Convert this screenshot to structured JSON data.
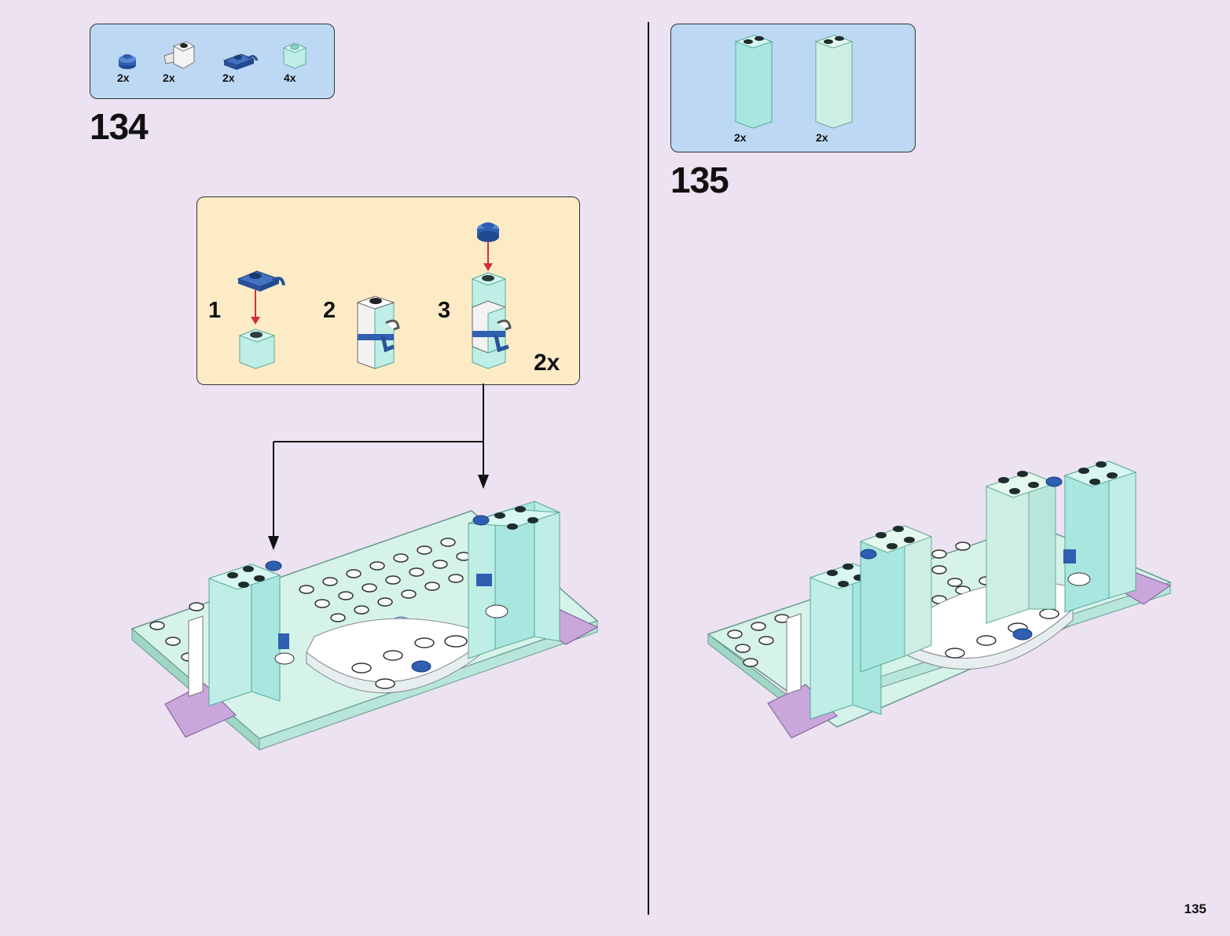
{
  "page_number": "135",
  "steps": [
    {
      "number": "134",
      "parts": [
        {
          "qty": "2x",
          "icon": "blue-round-plate-1x1"
        },
        {
          "qty": "2x",
          "icon": "white-bracket-brick"
        },
        {
          "qty": "2x",
          "icon": "blue-clip-plate"
        },
        {
          "qty": "4x",
          "icon": "trans-light-blue-brick-1x1"
        }
      ],
      "subassembly": {
        "substeps": [
          "1",
          "2",
          "3"
        ],
        "multiplier": "2x"
      }
    },
    {
      "number": "135",
      "parts": [
        {
          "qty": "2x",
          "icon": "trans-light-blue-panel-1x2x5"
        },
        {
          "qty": "2x",
          "icon": "pale-aqua-panel-1x2x5"
        }
      ]
    }
  ],
  "colors": {
    "background": "#ece2f2",
    "parts_box": "#bcd8f2",
    "subassembly_box": "#fdebc6",
    "trans_light_blue": "#a8e6e0",
    "pale_aqua": "#cdeee2",
    "blue": "#2e5fb0",
    "lavender": "#c9a6dc",
    "arrow_red": "#d32f2f"
  }
}
